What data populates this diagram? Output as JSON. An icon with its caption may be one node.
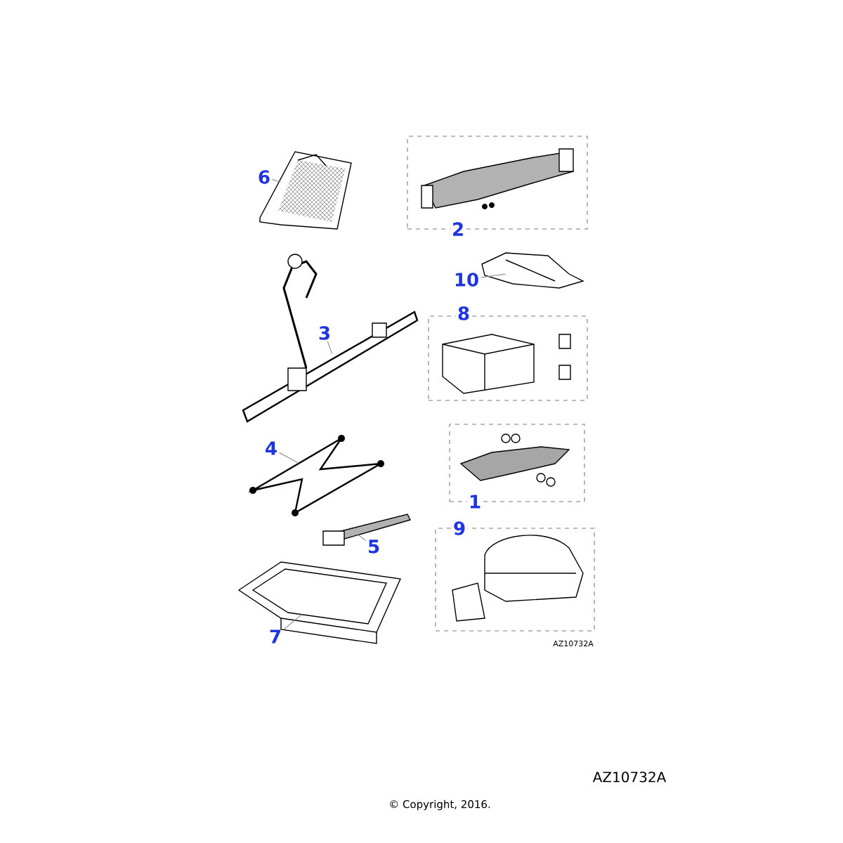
{
  "diagram": {
    "nodes": [
      {
        "text": [
          "6"
        ]
      },
      {
        "text": [],
        "shape": "picture"
      },
      {
        "text": [
          "2"
        ]
      },
      {
        "text": [
          "10"
        ]
      },
      {
        "text": [],
        "shape": "picture"
      },
      {
        "text": [
          "3"
        ]
      },
      {
        "text": [],
        "shape": "picture"
      },
      {
        "text": [
          "8"
        ]
      },
      {
        "text": [
          "4"
        ]
      },
      {
        "text": [],
        "shape": "picture"
      },
      {
        "text": [
          "1"
        ]
      },
      {
        "text": [
          "5"
        ]
      },
      {
        "text": [],
        "shape": "picture"
      },
      {
        "text": [
          "9"
        ]
      },
      {
        "text": [
          "7"
        ]
      },
      {
        "text": [],
        "shape": "picture"
      }
    ],
    "edges": [
      {
        "from": 0,
        "to": 1,
        "arrow": "none"
      },
      {
        "from": 3,
        "to": 4,
        "arrow": "none"
      },
      {
        "from": 5,
        "to": 6,
        "arrow": "none"
      },
      {
        "from": 8,
        "to": 9,
        "arrow": "none"
      },
      {
        "from": 11,
        "to": 12,
        "arrow": "none"
      },
      {
        "from": 14,
        "to": 15,
        "arrow": "none"
      }
    ],
    "labels": [
      "AZ10732A",
      "AZ10732A",
      "© Copyright, 2016."
    ]
  }
}
